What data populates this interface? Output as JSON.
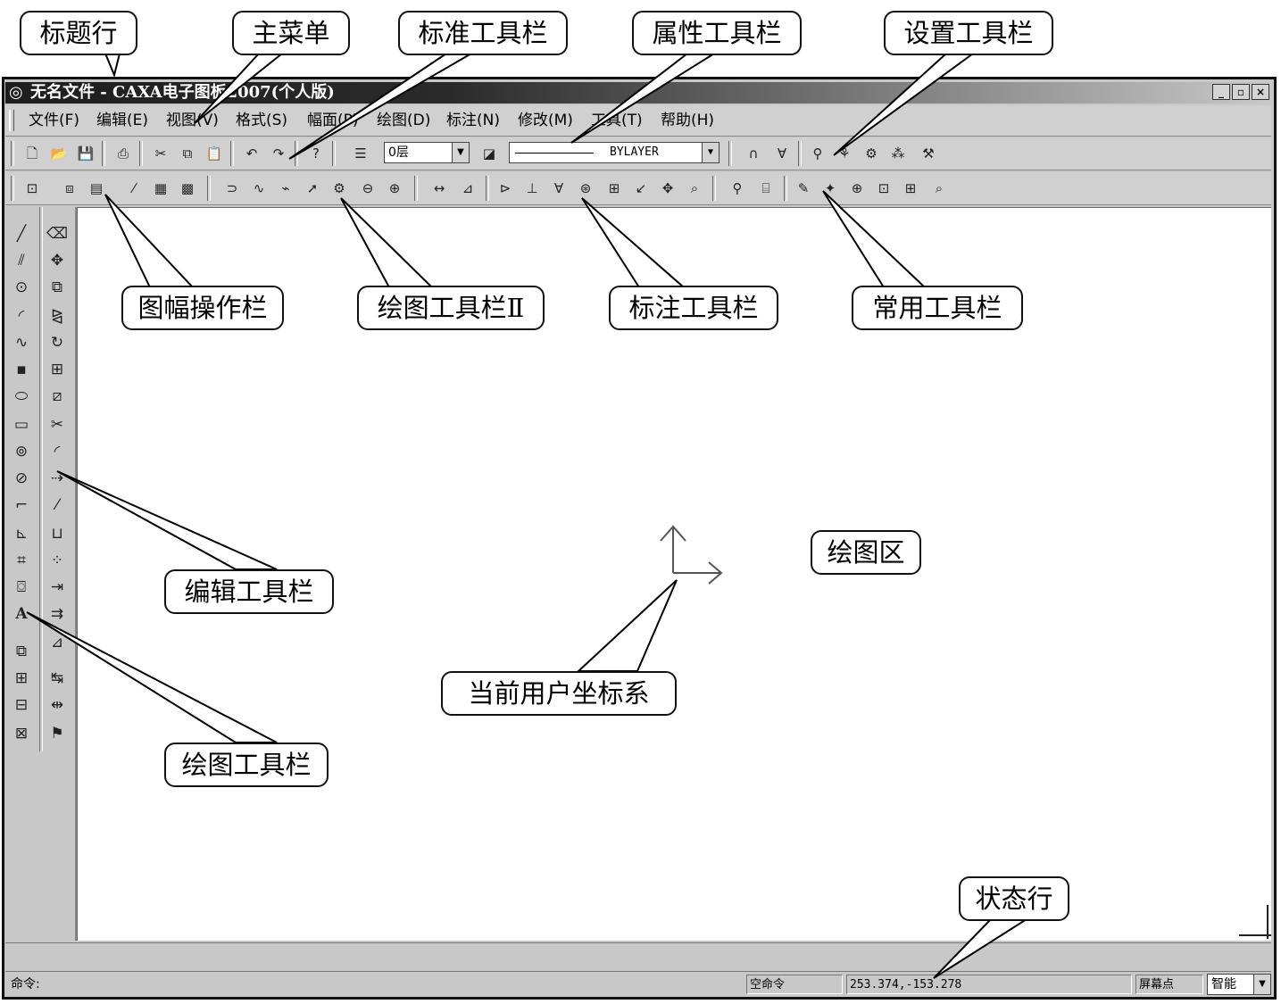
{
  "window": {
    "title": "无名文件 - CAXA电子图板2007(个人版)",
    "controls": [
      "_",
      "▫",
      "×"
    ]
  },
  "menubar": {
    "items": [
      "文件(F)",
      "编辑(E)",
      "视图(V)",
      "格式(S)",
      "幅面(P)",
      "绘图(D)",
      "标注(N)",
      "修改(M)",
      "工具(T)",
      "帮助(H)"
    ]
  },
  "toolbar": {
    "layer_value": "0层",
    "linetype_value": "BYLAYER"
  },
  "statusbar": {
    "command_label": "命令:",
    "command_state": "空命令",
    "coordinates": "253.374,-153.278",
    "snap_label": "屏幕点",
    "snap_mode": "智能"
  },
  "callouts": {
    "title_row": "标题行",
    "main_menu": "主菜单",
    "standard_toolbar": "标准工具栏",
    "property_toolbar": "属性工具栏",
    "settings_toolbar": "设置工具栏",
    "sheet_toolbar": "图幅操作栏",
    "drawing_toolbar_2": "绘图工具栏Ⅱ",
    "dimension_toolbar": "标注工具栏",
    "common_toolbar": "常用工具栏",
    "drawing_area": "绘图区",
    "edit_toolbar": "编辑工具栏",
    "current_ucs": "当前用户坐标系",
    "drawing_toolbar": "绘图工具栏",
    "status_row": "状态行"
  }
}
